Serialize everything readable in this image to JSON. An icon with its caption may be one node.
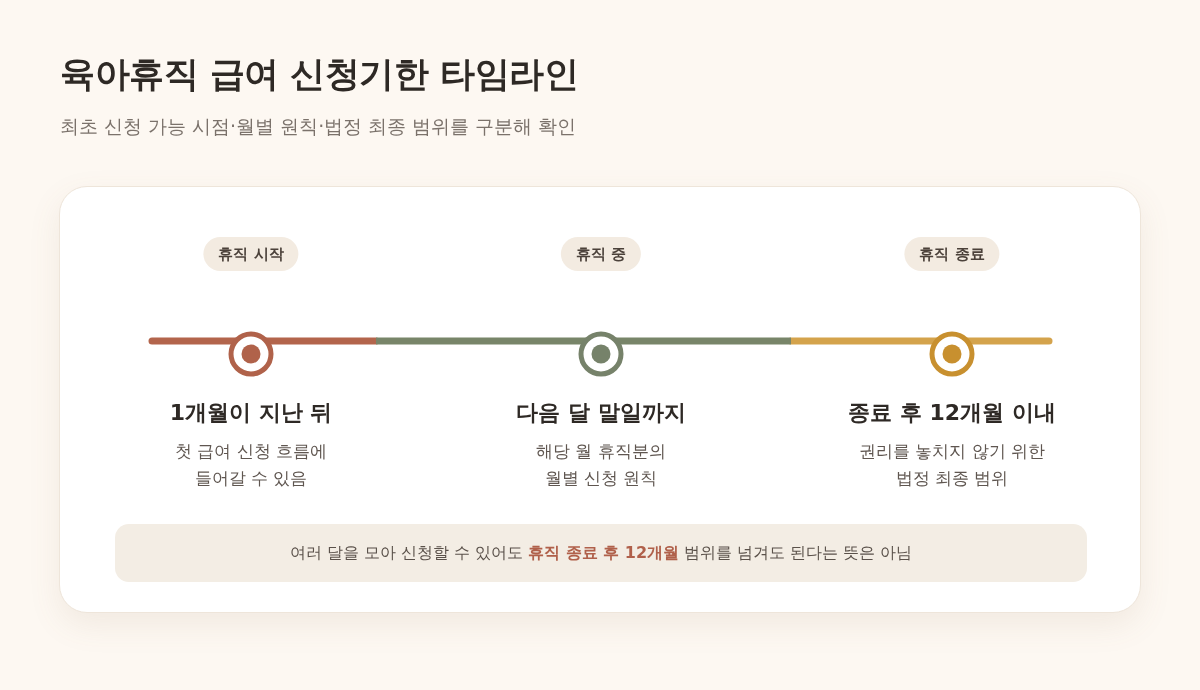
{
  "diagram": {
    "title": "육아휴직 급여 신청기한 타임라인",
    "nodes": [
      {
        "text": [],
        "shape": "box"
      },
      {
        "text": [
          "휴직 시작"
        ],
        "in": 0
      },
      {
        "text": [
          "휴직 중"
        ],
        "in": 0
      },
      {
        "text": [
          "휴직 종료"
        ],
        "in": 0
      },
      {
        "text": [],
        "shape": "circle",
        "in": 0,
        "beside": [
          "1개월이 지난 뒤",
          "첫 급여 신청 흐름에 들어갈 수 있음"
        ]
      },
      {
        "text": [],
        "shape": "circle",
        "in": 0,
        "beside": [
          "다음 달 말일까지",
          "해당 월 휴직분의 월별 신청 원칙"
        ]
      },
      {
        "text": [],
        "shape": "circle",
        "in": 0,
        "beside": [
          "종료 후 12개월 이내",
          "권리를 놓치지 않기 위한 법정 최종 범위"
        ]
      },
      {
        "text": [
          "여러 달을 모아 신청할 수 있어도 **휴직 종료 후 12개월** 범위를 넘겨도 된다는 뜻은 아님"
        ],
        "in": 0
      }
    ],
    "labels": [
      "최초 신청 가능 시점·월별 원칙·법정 최종 범위를 구분해 확인"
    ]
  }
}
